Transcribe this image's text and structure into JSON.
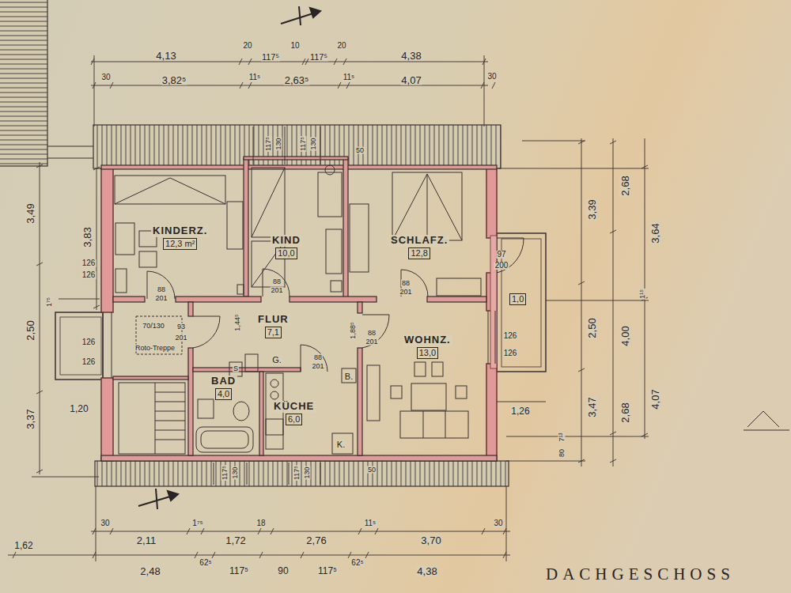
{
  "diagram": {
    "title": "DACHGESCHOSS",
    "nodes": [
      {
        "text": [
          "KINDERZ.",
          "12,3 m²"
        ]
      },
      {
        "text": [
          "KIND",
          "10,0"
        ]
      },
      {
        "text": [
          "SCHLAFZ.",
          "12,8"
        ]
      },
      {
        "text": [
          "FLUR",
          "7,1"
        ]
      },
      {
        "text": [
          "BAD",
          "4,0"
        ]
      },
      {
        "text": [
          "KÜCHE",
          "6,0"
        ]
      },
      {
        "text": [
          "WOHNZ.",
          "13,0"
        ]
      },
      {
        "text": [
          "1,0"
        ]
      }
    ],
    "labels": [
      "4,13",
      "20",
      "117⁵",
      "10",
      "117⁵",
      "20",
      "4,38",
      "30",
      "3,82⁵",
      "11⁵",
      "2,63⁵",
      "11⁵",
      "4,07",
      "30",
      "3,49",
      "3,83",
      "2,50",
      "1⁷⁵",
      "3,37",
      "1,20",
      "126",
      "126",
      "126",
      "126",
      "3,39",
      "2,68",
      "3,64",
      "2,50",
      "4,00",
      "1¹⁵",
      "4,07",
      "3,47",
      "2,68",
      "1,26",
      "7¹³",
      "80",
      "126",
      "126",
      "97",
      "200",
      "117⁵",
      "130",
      "117⁵",
      "130",
      "50",
      "117⁵",
      "130",
      "117⁵",
      "130",
      "50",
      "88",
      "201",
      "88",
      "201",
      "88",
      "201",
      "88",
      "201",
      "88",
      "201",
      "93",
      "201",
      "70/130",
      "Roto-Treppe",
      "1,44⁵",
      "1,88⁵",
      "G.",
      "B.",
      "K.",
      "S",
      "30",
      "2,11",
      "1⁷⁵",
      "1,72",
      "18",
      "2,76",
      "11⁵",
      "3,70",
      "30",
      "1,62",
      "2,48",
      "62⁵",
      "117⁵",
      "90",
      "117⁵",
      "62⁵",
      "4,38"
    ]
  }
}
